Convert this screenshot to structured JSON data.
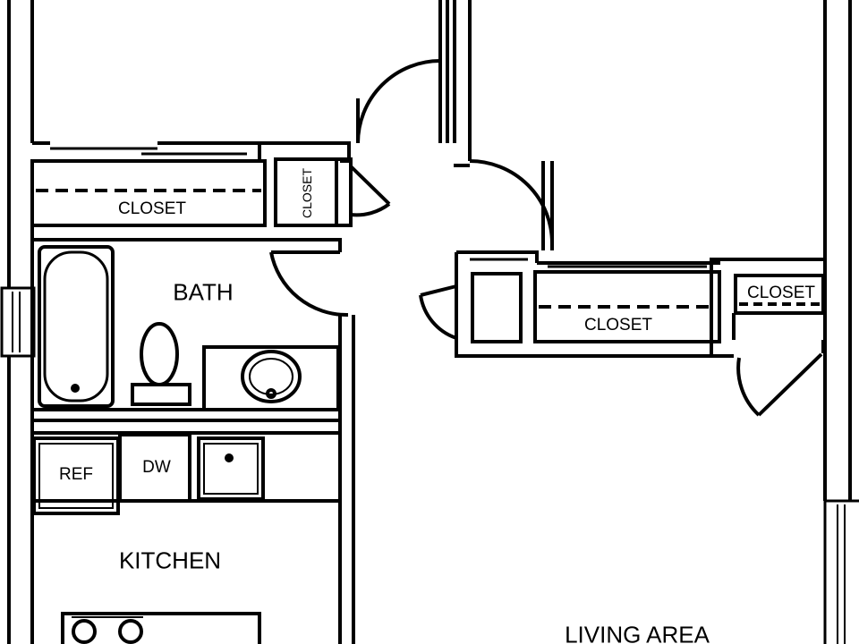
{
  "rooms": {
    "bath": "BATH",
    "kitchen": "KITCHEN",
    "living_area": "LIVING AREA",
    "closet_left": "CLOSET",
    "closet_small": "CLOSET",
    "closet_middle": "CLOSET",
    "closet_right": "CLOSET"
  },
  "appliances": {
    "ref": "REF",
    "dw": "DW"
  },
  "colors": {
    "line": "#000000",
    "background": "#ffffff"
  }
}
